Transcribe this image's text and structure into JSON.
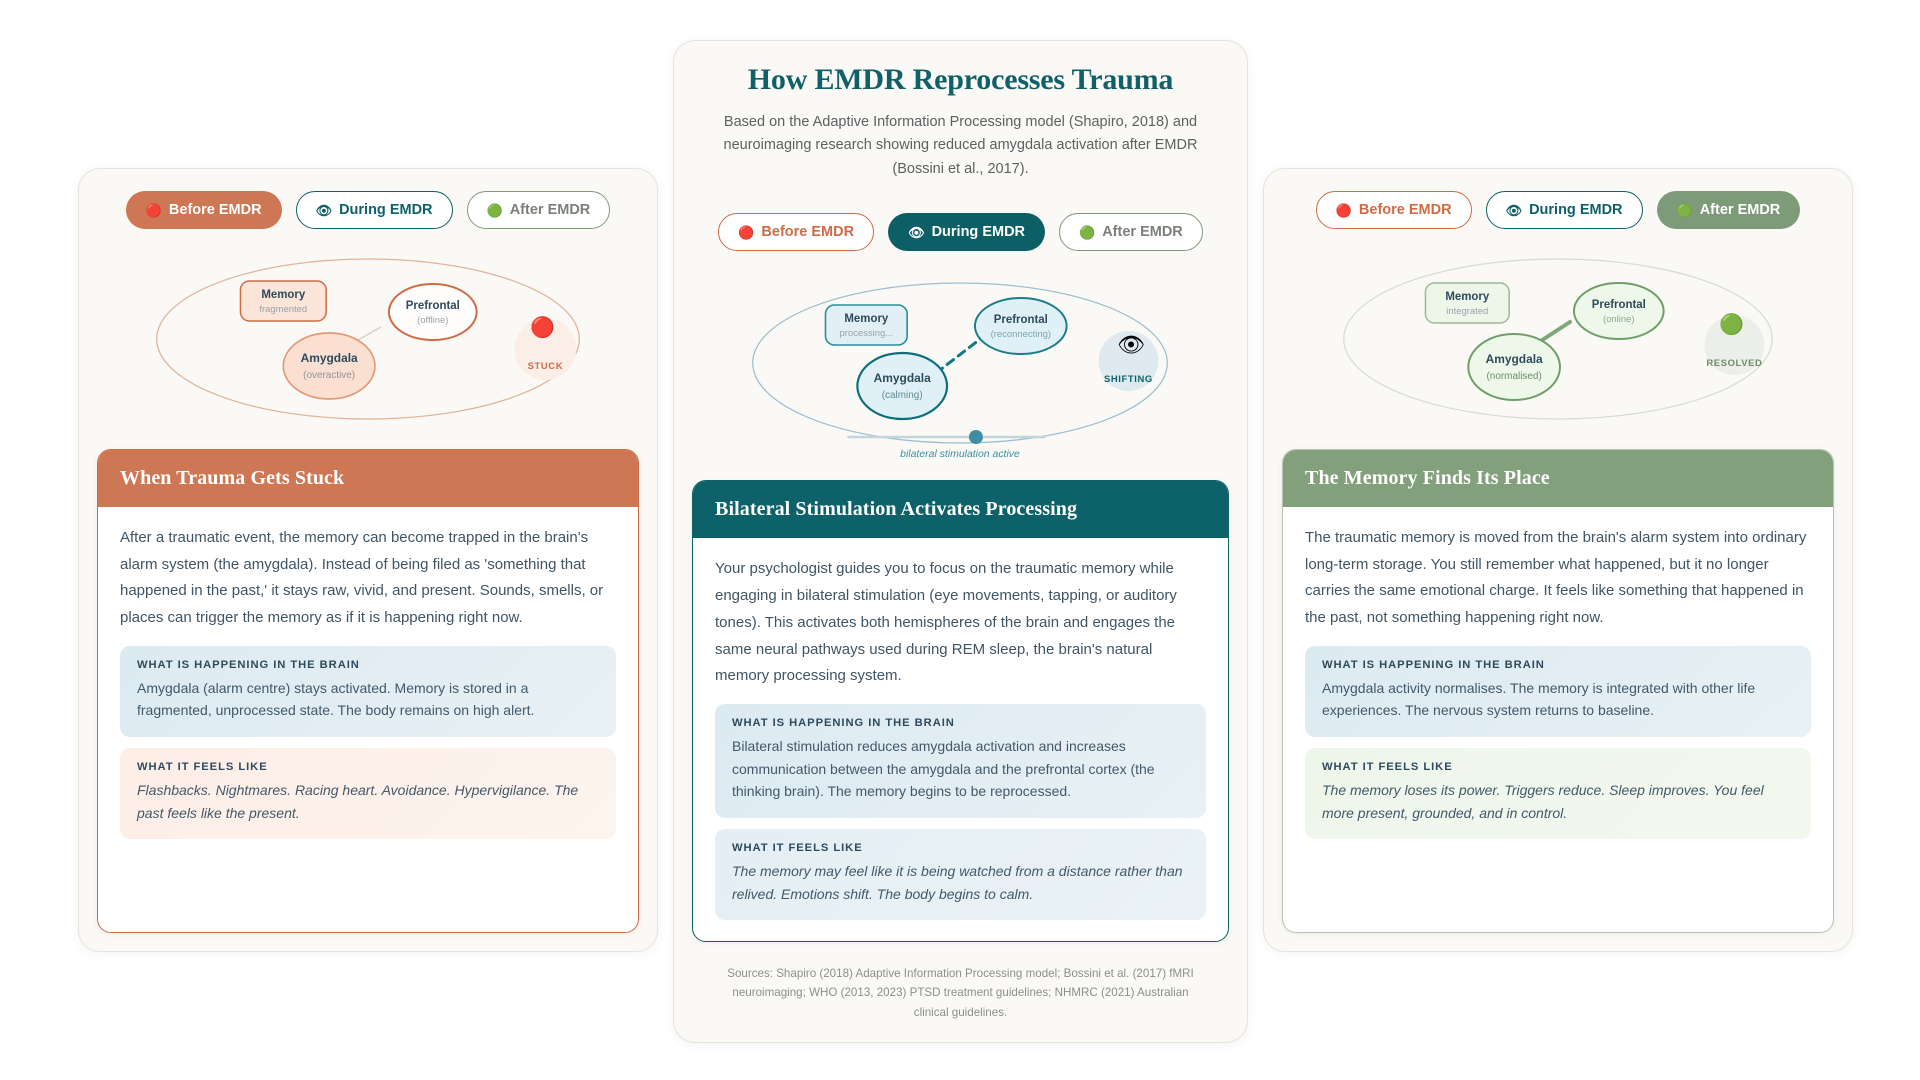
{
  "hero": {
    "title": "How EMDR Reprocesses Trauma",
    "subtitle": "Based on the Adaptive Information Processing model (Shapiro, 2018) and neuroimaging research showing reduced amygdala activation after EMDR (Bossini et al., 2017)."
  },
  "tabs": {
    "before": {
      "label": "Before EMDR",
      "icon": "red-circle-icon",
      "glyph": "🔴",
      "color": "#cf6b45"
    },
    "during": {
      "label": "During EMDR",
      "icon": "eye-icon",
      "glyph": "👁",
      "color": "#0f6068"
    },
    "after": {
      "label": "After EMDR",
      "icon": "green-circle-icon",
      "glyph": "🟢",
      "color": "#7d9b78"
    }
  },
  "panels": {
    "left": {
      "active_tab": "before",
      "accent": "#cd7754",
      "diagram": {
        "memory_label": "Memory",
        "memory_state": "fragmented",
        "amygdala_label": "Amygdala",
        "amygdala_state": "(overactive)",
        "prefrontal_label": "Prefrontal",
        "prefrontal_state": "(offline)",
        "status_label": "STUCK",
        "status_glyph": "🔴"
      },
      "card": {
        "heading": "When Trauma Gets Stuck",
        "body": "After a traumatic event, the memory can become trapped in the brain's alarm system (the amygdala). Instead of being filed as 'something that happened in the past,' it stays raw, vivid, and present. Sounds, smells, or places can trigger the memory as if it is happening right now.",
        "brain_label": "WHAT IS HAPPENING IN THE BRAIN",
        "brain_text": "Amygdala (alarm centre) stays activated. Memory is stored in a fragmented, unprocessed state. The body remains on high alert.",
        "feels_label": "WHAT IT FEELS LIKE",
        "feels_text": "Flashbacks. Nightmares. Racing heart. Avoidance. Hypervigilance. The past feels like the present."
      }
    },
    "center": {
      "active_tab": "during",
      "accent": "#0d6169",
      "diagram": {
        "memory_label": "Memory",
        "memory_state": "processing...",
        "amygdala_label": "Amygdala",
        "amygdala_state": "(calming)",
        "prefrontal_label": "Prefrontal",
        "prefrontal_state": "(reconnecting)",
        "status_label": "SHIFTING",
        "status_glyph": "👁",
        "slider_caption": "bilateral stimulation active"
      },
      "card": {
        "heading": "Bilateral Stimulation Activates Processing",
        "body": "Your psychologist guides you to focus on the traumatic memory while engaging in bilateral stimulation (eye movements, tapping, or auditory tones). This activates both hemispheres of the brain and engages the same neural pathways used during REM sleep, the brain's natural memory processing system.",
        "brain_label": "WHAT IS HAPPENING IN THE BRAIN",
        "brain_text": "Bilateral stimulation reduces amygdala activation and increases communication between the amygdala and the prefrontal cortex (the thinking brain). The memory begins to be reprocessed.",
        "feels_label": "WHAT IT FEELS LIKE",
        "feels_text": "The memory may feel like it is being watched from a distance rather than relived. Emotions shift. The body begins to calm."
      }
    },
    "right": {
      "active_tab": "after",
      "accent": "#81a07b",
      "diagram": {
        "memory_label": "Memory",
        "memory_state": "integrated",
        "amygdala_label": "Amygdala",
        "amygdala_state": "(normalised)",
        "prefrontal_label": "Prefrontal",
        "prefrontal_state": "(online)",
        "status_label": "RESOLVED",
        "status_glyph": "🟢"
      },
      "card": {
        "heading": "The Memory Finds Its Place",
        "body": "The traumatic memory is moved from the brain's alarm system into ordinary long-term storage. You still remember what happened, but it no longer carries the same emotional charge. It feels like something that happened in the past, not something happening right now.",
        "brain_label": "WHAT IS HAPPENING IN THE BRAIN",
        "brain_text": "Amygdala activity normalises. The memory is integrated with other life experiences. The nervous system returns to baseline.",
        "feels_label": "WHAT IT FEELS LIKE",
        "feels_text": "The memory loses its power. Triggers reduce. Sleep improves. You feel more present, grounded, and in control."
      }
    }
  },
  "sources": "Sources: Shapiro (2018) Adaptive Information Processing model; Bossini et al. (2017) fMRI neuroimaging; WHO (2013, 2023) PTSD treatment guidelines; NHMRC (2021) Australian clinical guidelines."
}
